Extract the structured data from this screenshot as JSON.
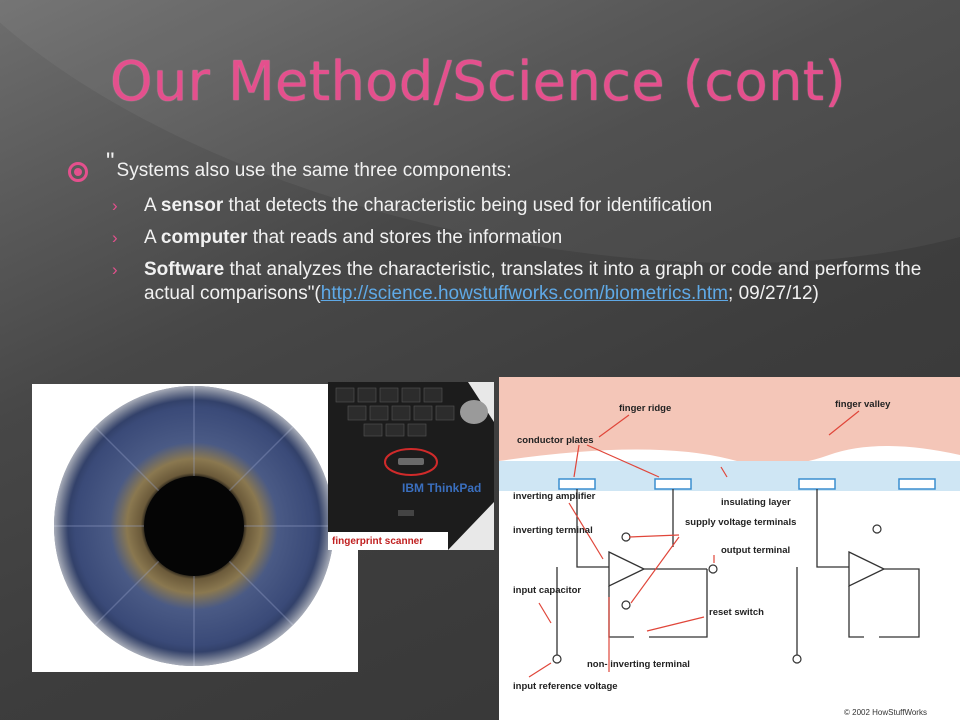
{
  "slide": {
    "title": "Our Method/Science (cont)",
    "bullet": {
      "quote": "\"",
      "text": "Systems also use the same three components:"
    },
    "sub_items": [
      {
        "pre": "A ",
        "bold": "sensor",
        "post": " that detects the characteristic being used for identification"
      },
      {
        "pre": "A ",
        "bold": "computer",
        "post": " that reads and stores the information"
      },
      {
        "pre": "",
        "bold": "Software",
        "post": " that analyzes the characteristic, translates it into a graph or code and performs the actual comparisons\"(",
        "link": "http://science.howstuffworks.com/biometrics.htm",
        "tail": "; 09/27/12)"
      }
    ]
  },
  "images": {
    "laptop_label": "fingerprint scanner",
    "laptop_brand": "IBM ThinkPad",
    "circuit_labels": {
      "finger_ridge": "finger ridge",
      "finger_valley": "finger valley",
      "conductor_plates": "conductor plates",
      "insulating_layer": "insulating layer",
      "inverting_amplifier": "inverting amplifier",
      "inverting_terminal": "inverting terminal",
      "supply_voltage": "supply voltage terminals",
      "output_terminal": "output terminal",
      "input_capacitor": "input capacitor",
      "reset_switch": "reset switch",
      "non_inverting": "non- inverting terminal",
      "input_reference": "input reference voltage",
      "copyright": "© 2002 HowStuffWorks"
    }
  },
  "colors": {
    "accent": "#e4508d",
    "link": "#5fa9e6",
    "text": "#f1f1f1"
  }
}
